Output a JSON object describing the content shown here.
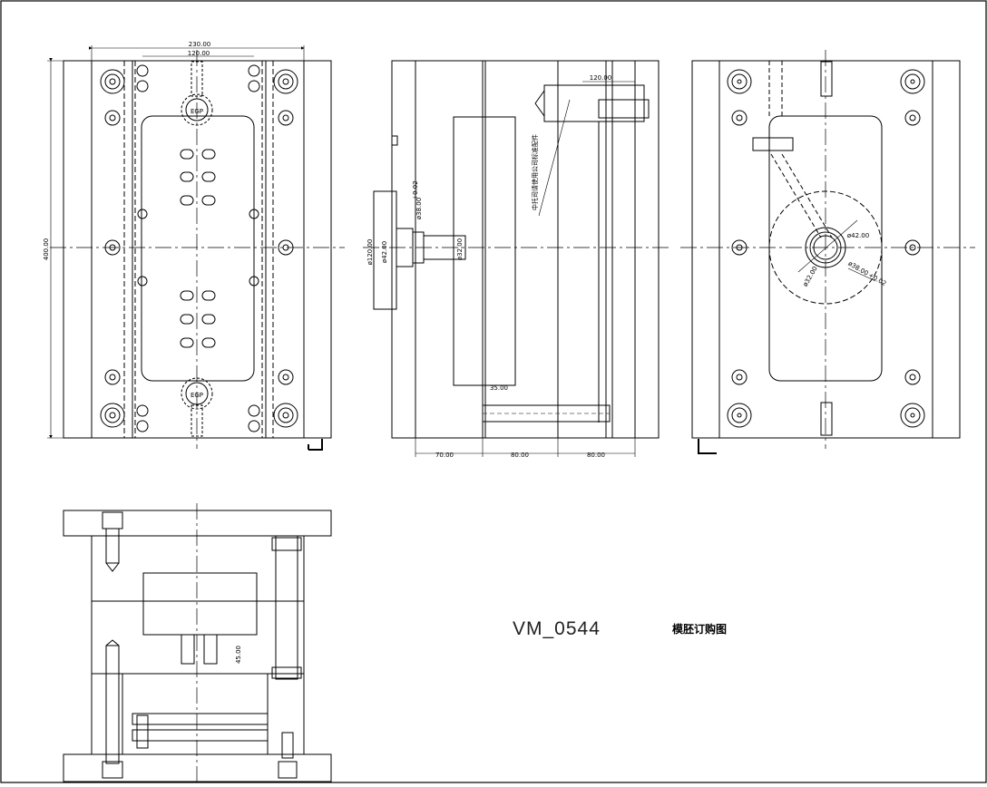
{
  "drawing": {
    "code": "VM_0544",
    "title_cn": "模胚订购图"
  },
  "top_view": {
    "dim_width": "230.00",
    "dim_inner": "120.00",
    "dim_height": "400.00",
    "egp_label": "EGP"
  },
  "side_view": {
    "dim_top": "120.00",
    "dim_dia_120": "ø120.00",
    "dim_dia_42": "ø42.00",
    "dim_dia_38": "ø38.00",
    "dim_dia_38_tol": "+0.02",
    "dim_dia_32": "ø32.00",
    "dim_depth": "35.00",
    "dim_bottom": [
      "70.00",
      "80.00",
      "80.00"
    ],
    "note_cn": "中托司请使用公司标准配件"
  },
  "bottom_view": {
    "dim_dia_42": "ø42.00",
    "dim_dia_32": "ø32.00",
    "dim_dia_38": "ø38.00",
    "dim_dia_38_tol": "+0.02"
  },
  "front_section": {
    "dim_45": "45.00"
  }
}
